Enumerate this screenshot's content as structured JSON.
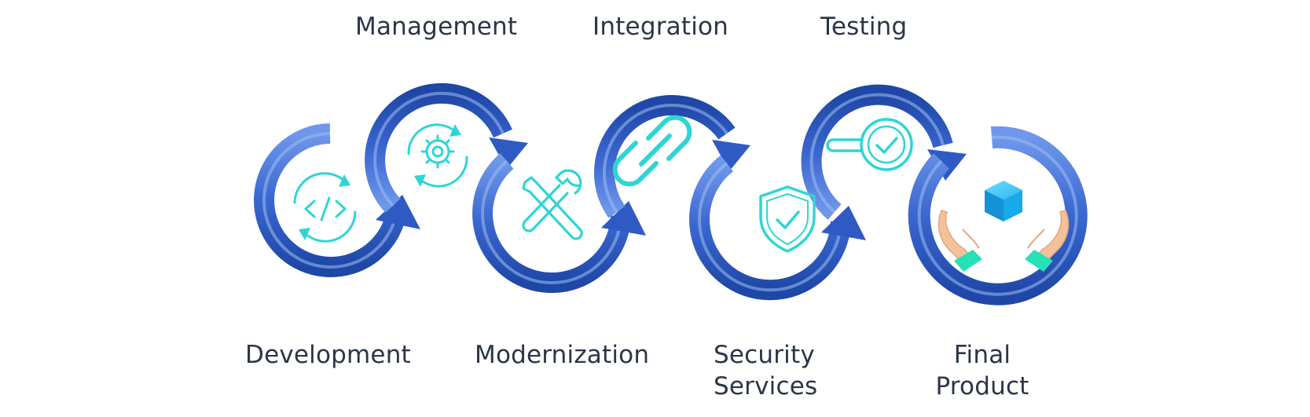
{
  "labels": {
    "management": "Management",
    "integration": "Integration",
    "testing": "Testing",
    "development": "Development",
    "modernization": "Modernization",
    "security_line1": "Security",
    "security_line2": "Services",
    "final_line1": "Final",
    "final_line2": "Product"
  },
  "colors": {
    "arrow_dark": "#1e47a6",
    "arrow_mid": "#3d6fd4",
    "arrow_light": "#8fb3f2",
    "icon_teal": "#2fd5d5",
    "label_text": "#2b3547",
    "cube_blue": "#1fb6f0",
    "hand_skin": "#f4c29a",
    "cuff_green": "#27e0b4"
  },
  "icons": [
    "code-cycle-icon",
    "gear-cycle-icon",
    "tools-icon",
    "chain-link-icon",
    "shield-check-icon",
    "magnifier-check-icon",
    "hands-cube-icon"
  ]
}
